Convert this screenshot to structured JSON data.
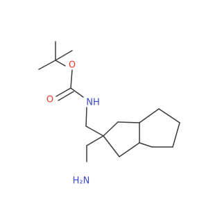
{
  "molecule": {
    "atoms": {
      "o_ether": {
        "symbol": "O",
        "color": "#e03a2f"
      },
      "o_carbonyl": {
        "symbol": "O",
        "color": "#e03a2f"
      },
      "n_carbamate": {
        "symbol": "NH",
        "color": "#3848c8"
      },
      "n_amine": {
        "symbol": "H₂N",
        "color": "#3848c8"
      }
    },
    "bond_color": "#3a3a3a"
  }
}
